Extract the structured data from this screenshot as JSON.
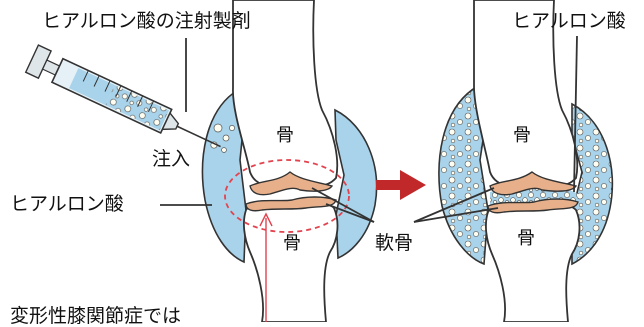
{
  "labels": {
    "injection_product": "ヒアルロン酸の注射製剤",
    "hyaluronic_right": "ヒアルロン酸",
    "injection": "注入",
    "hyaluronic_left": "ヒアルロン酸",
    "bone_left_top": "骨",
    "bone_left_bottom": "骨",
    "bone_right_top": "骨",
    "bone_right_bottom": "骨",
    "cartilage": "軟骨",
    "bottom_caption": "変形性膝関節症では"
  },
  "colors": {
    "synovial_fluid": "#a9d3ea",
    "cartilage": "#e8b08a",
    "outline": "#333333",
    "arrow": "#c0282a",
    "marker": "#e2434f"
  },
  "icons": {
    "syringe": "syringe-icon",
    "transition_arrow": "right-arrow-icon"
  }
}
